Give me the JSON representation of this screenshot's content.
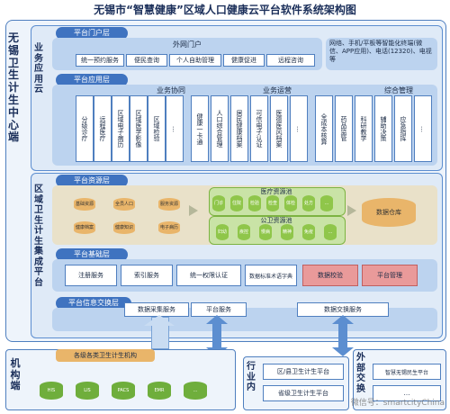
{
  "title": "无锡市“智慧健康”区域人口健康云平台软件系统架构图",
  "left_labels": {
    "center": "无锡卫生计生中心端",
    "business_cloud": "业务应用云",
    "integration_platform": "区域卫生计生集成平台",
    "institution": "机构端",
    "industry": "行业内",
    "external": "外部交换"
  },
  "portal": {
    "tag": "平台门户层",
    "extranet_title": "外网门户",
    "items": [
      "统一预约服务",
      "便民查询",
      "个人自助管理",
      "健康促进",
      "远程咨询"
    ],
    "network_note": "网络、手机/平板等智能化终端(微信、APP应用)、电话(12320)、电视等"
  },
  "app_layer": {
    "tag": "平台应用层",
    "groups": [
      {
        "title": "业务协同",
        "items": [
          "分级诊疗",
          "远程医疗",
          "区域电子病历",
          "区域医学影像",
          "区域检验",
          "…"
        ]
      },
      {
        "title": "业务运营",
        "items": [
          "健康一卡通",
          "人口综合管理",
          "居民健康档案",
          "可信电子认证",
          "医德医风档案",
          "…"
        ]
      },
      {
        "title": "综合管理",
        "items": [
          "全成本核算",
          "药品监管",
          "科研教学",
          "辅助决策",
          "应急指挥",
          "…"
        ]
      }
    ]
  },
  "resource_layer": {
    "tag": "平台资源层",
    "left_dbs": [
      "基础资源",
      "全员人口",
      "服务资源",
      "健康档案",
      "健康知识",
      "电子病历"
    ],
    "medical_pool": {
      "title": "医疗资源池",
      "items": [
        "门诊",
        "住院",
        "检验",
        "检查",
        "体检",
        "处方",
        "…"
      ]
    },
    "public_pool": {
      "title": "公卫资源池",
      "items": [
        "妇幼",
        "疾控",
        "慢病",
        "精神",
        "免疫",
        "…"
      ]
    },
    "warehouse": "数据仓库"
  },
  "base_layer": {
    "tag": "平台基础层",
    "items": [
      "注册服务",
      "索引服务",
      "统一权限认证",
      "数据标准术语字典",
      "数据校验",
      "平台管理"
    ]
  },
  "exchange_layer": {
    "tag": "平台信息交换层",
    "items": [
      "数据采集服务",
      "平台服务",
      "数据交换服务"
    ]
  },
  "institutions": {
    "title": "各级各类卫生计生机构",
    "dbs": [
      "HIS",
      "LIS",
      "PACS",
      "EMR",
      "…"
    ]
  },
  "industry_boxes": [
    "区/县卫生计生平台",
    "省级卫生计生平台"
  ],
  "external_boxes": [
    "智慧无锡民生平台",
    "…"
  ],
  "watermark": "微信号：smartcityChina",
  "colors": {
    "accent": "#3f73c0",
    "panel_border": "#5c8ed0",
    "green": "#6fae3c",
    "red": "#e99a9a"
  }
}
